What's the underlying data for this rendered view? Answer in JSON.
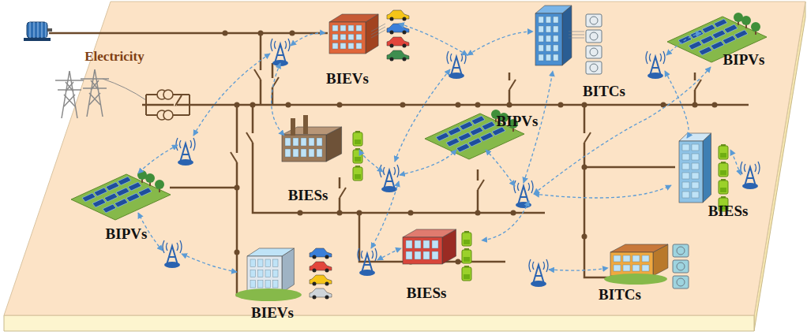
{
  "diagram": {
    "labels": [
      "Electricity",
      "BIEVs",
      "BITCs",
      "BIPVs",
      "BIPVs",
      "BIESs",
      "BIESs",
      "BIPVs",
      "BIEVs",
      "BIESs",
      "BITCs"
    ]
  }
}
